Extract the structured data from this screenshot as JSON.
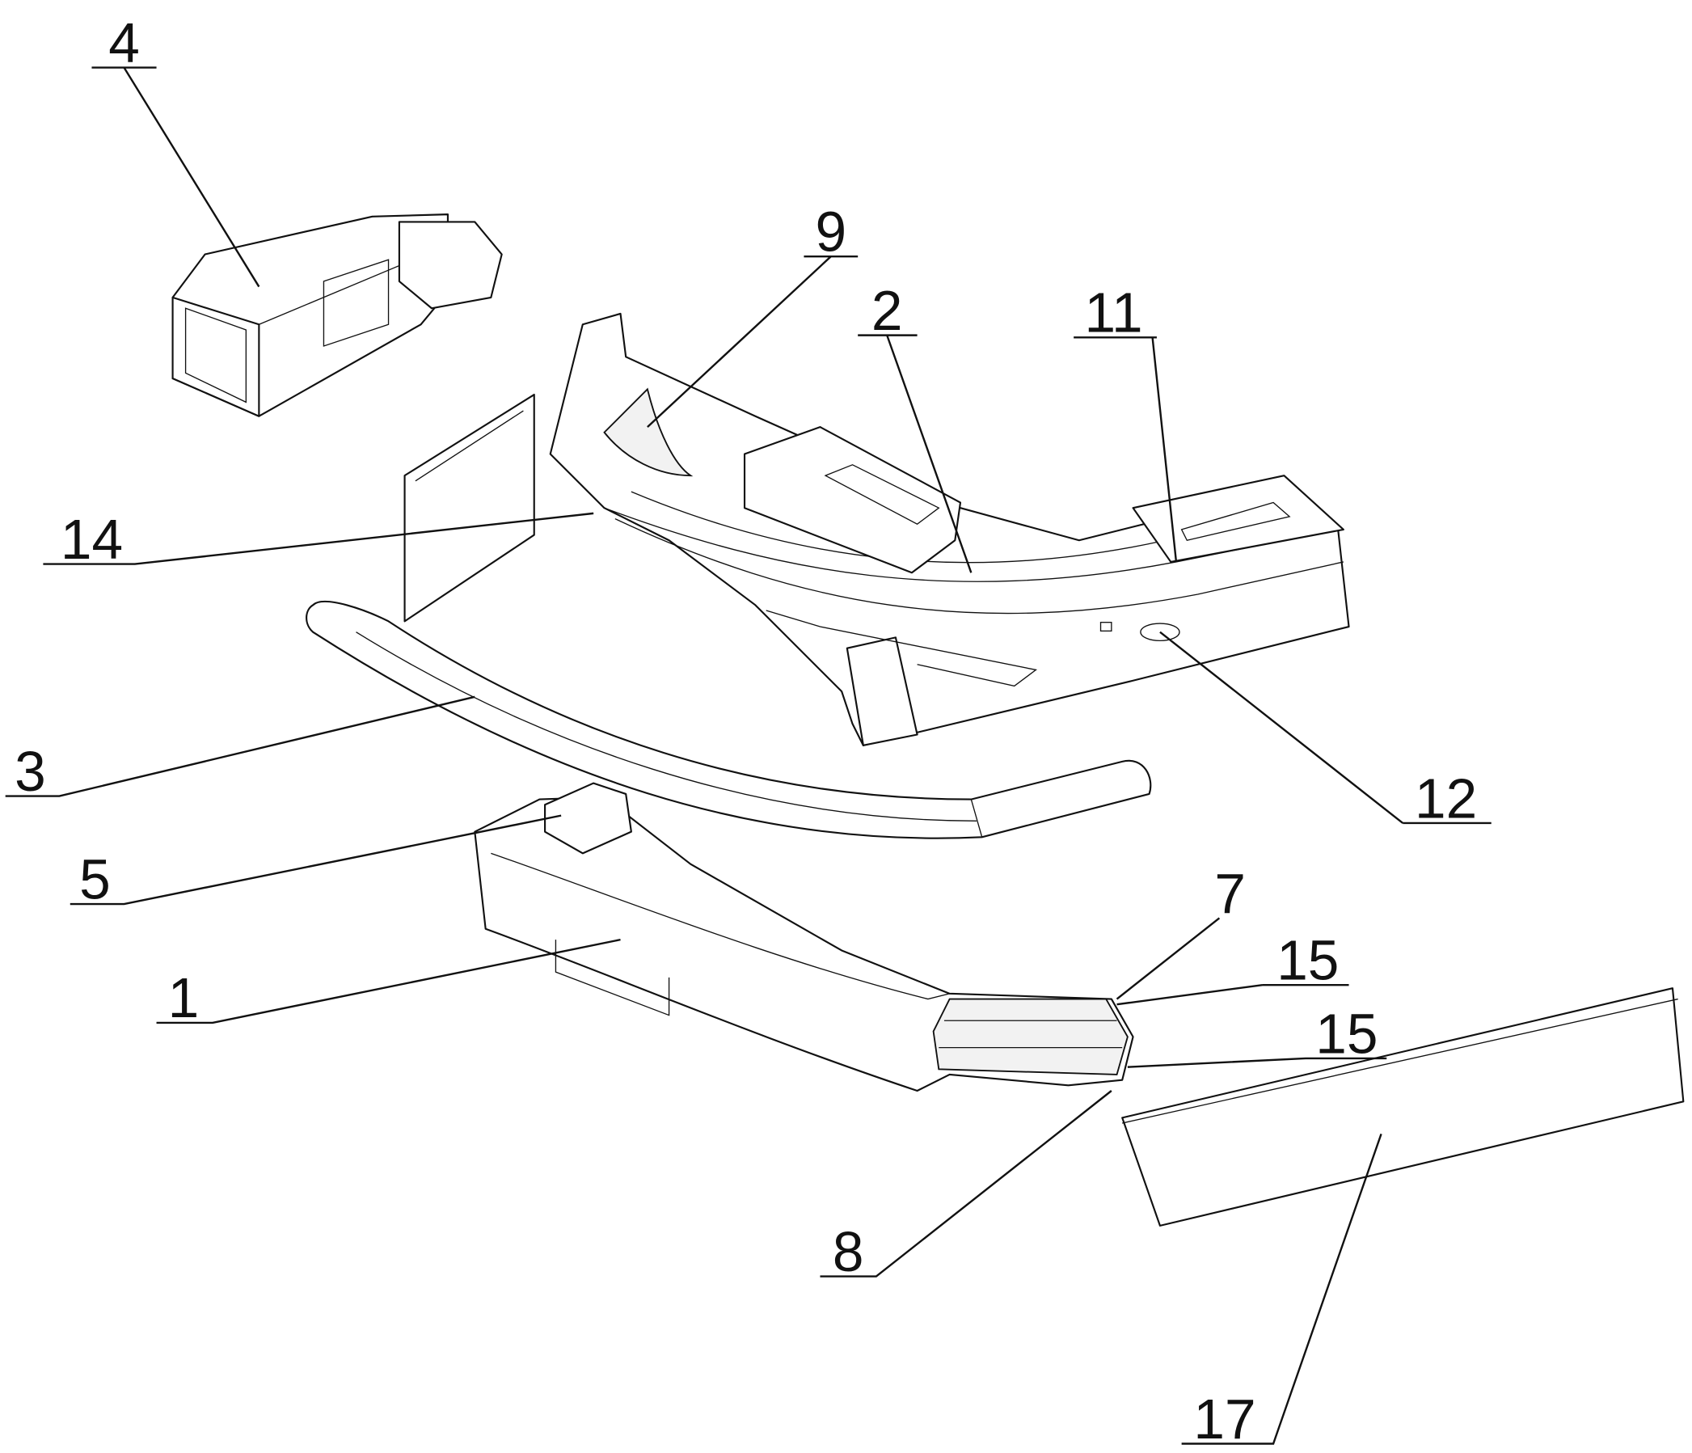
{
  "figure": {
    "labels": {
      "l4": "4",
      "l9": "9",
      "l2": "2",
      "l11": "11",
      "l14": "14",
      "l3": "3",
      "l12": "12",
      "l5": "5",
      "l7": "7",
      "l15a": "15",
      "l15b": "15",
      "l1": "1",
      "l8": "8",
      "l17": "17"
    }
  }
}
